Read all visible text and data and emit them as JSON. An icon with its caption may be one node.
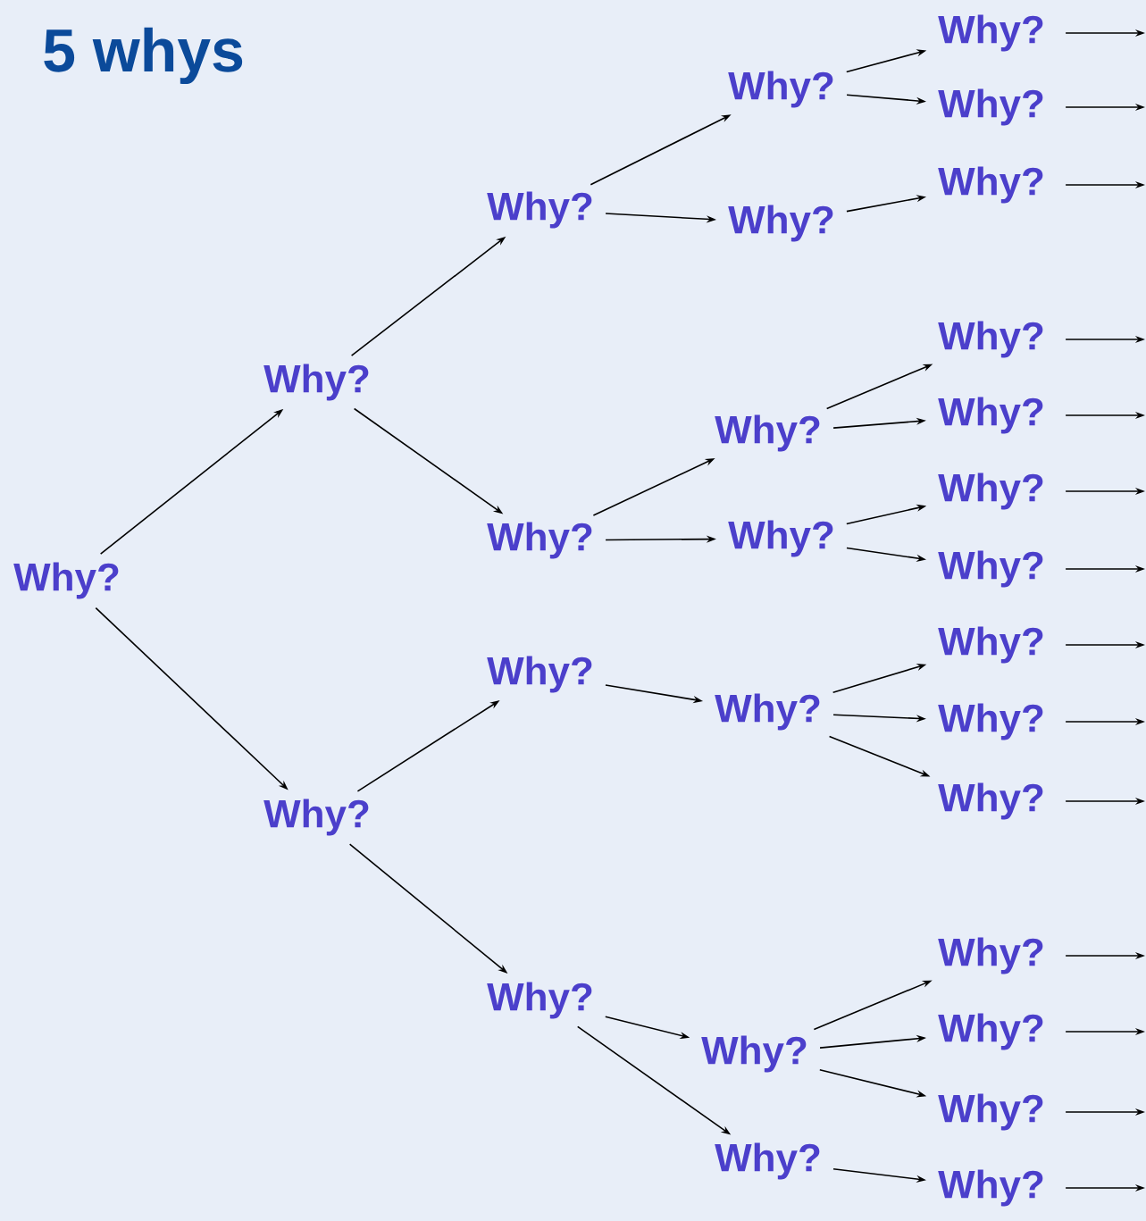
{
  "diagram": {
    "title": "5 whys",
    "nodes": [
      {
        "text": [
          "Why?"
        ]
      },
      {
        "text": [
          "Why?"
        ]
      },
      {
        "text": [
          "Why?"
        ]
      },
      {
        "text": [
          "Why?"
        ]
      },
      {
        "text": [
          "Why?"
        ]
      },
      {
        "text": [
          "Why?"
        ]
      },
      {
        "text": [
          "Why?"
        ]
      },
      {
        "text": [
          "Why?"
        ]
      },
      {
        "text": [
          "Why?"
        ]
      },
      {
        "text": [
          "Why?"
        ]
      },
      {
        "text": [
          "Why?"
        ]
      },
      {
        "text": [
          "Why?"
        ]
      },
      {
        "text": [
          "Why?"
        ]
      },
      {
        "text": [
          "Why?"
        ]
      },
      {
        "text": [
          "Why?"
        ]
      },
      {
        "text": [
          "Why?"
        ]
      },
      {
        "text": [
          "Why?"
        ]
      },
      {
        "text": [
          "Why?"
        ]
      },
      {
        "text": [
          "Why?"
        ]
      },
      {
        "text": [
          "Why?"
        ]
      },
      {
        "text": [
          "Why?"
        ]
      },
      {
        "text": [
          "Why?"
        ]
      },
      {
        "text": [
          "Why?"
        ]
      },
      {
        "text": [
          "Why?"
        ]
      },
      {
        "text": [
          "Why?"
        ]
      },
      {
        "text": [
          "Why?"
        ]
      },
      {
        "text": [
          "Why?"
        ]
      },
      {
        "text": [
          "Why?"
        ]
      }
    ],
    "edges": [
      {
        "from": 0,
        "to": 1,
        "arrow": "to"
      },
      {
        "from": 0,
        "to": 2,
        "arrow": "to"
      },
      {
        "from": 1,
        "to": 3,
        "arrow": "to"
      },
      {
        "from": 1,
        "to": 4,
        "arrow": "to"
      },
      {
        "from": 2,
        "to": 5,
        "arrow": "to"
      },
      {
        "from": 2,
        "to": 6,
        "arrow": "to"
      },
      {
        "from": 3,
        "to": 7,
        "arrow": "to"
      },
      {
        "from": 3,
        "to": 8,
        "arrow": "to"
      },
      {
        "from": 4,
        "to": 9,
        "arrow": "to"
      },
      {
        "from": 4,
        "to": 10,
        "arrow": "to"
      },
      {
        "from": 5,
        "to": 11,
        "arrow": "to"
      },
      {
        "from": 6,
        "to": 12,
        "arrow": "to"
      },
      {
        "from": 6,
        "to": 13,
        "arrow": "to"
      },
      {
        "from": 7,
        "to": 14,
        "arrow": "to"
      },
      {
        "from": 7,
        "to": 15,
        "arrow": "to"
      },
      {
        "from": 8,
        "to": 16,
        "arrow": "to"
      },
      {
        "from": 9,
        "to": 17,
        "arrow": "to"
      },
      {
        "from": 9,
        "to": 18,
        "arrow": "to"
      },
      {
        "from": 10,
        "to": 19,
        "arrow": "to"
      },
      {
        "from": 10,
        "to": 20,
        "arrow": "to"
      },
      {
        "from": 11,
        "to": 21,
        "arrow": "to"
      },
      {
        "from": 11,
        "to": 22,
        "arrow": "to"
      },
      {
        "from": 11,
        "to": 23,
        "arrow": "to"
      },
      {
        "from": 12,
        "to": 24,
        "arrow": "to"
      },
      {
        "from": 12,
        "to": 25,
        "arrow": "to"
      },
      {
        "from": 12,
        "to": 26,
        "arrow": "to"
      },
      {
        "from": 13,
        "to": 27,
        "arrow": "to"
      },
      {
        "from": 14,
        "to": null,
        "arrow": "to"
      },
      {
        "from": 15,
        "to": null,
        "arrow": "to"
      },
      {
        "from": 16,
        "to": null,
        "arrow": "to"
      },
      {
        "from": 17,
        "to": null,
        "arrow": "to"
      },
      {
        "from": 18,
        "to": null,
        "arrow": "to"
      },
      {
        "from": 19,
        "to": null,
        "arrow": "to"
      },
      {
        "from": 20,
        "to": null,
        "arrow": "to"
      },
      {
        "from": 21,
        "to": null,
        "arrow": "to"
      },
      {
        "from": 22,
        "to": null,
        "arrow": "to"
      },
      {
        "from": 23,
        "to": null,
        "arrow": "to"
      },
      {
        "from": 24,
        "to": null,
        "arrow": "to"
      },
      {
        "from": 25,
        "to": null,
        "arrow": "to"
      },
      {
        "from": 26,
        "to": null,
        "arrow": "to"
      },
      {
        "from": 27,
        "to": null,
        "arrow": "to"
      }
    ]
  }
}
